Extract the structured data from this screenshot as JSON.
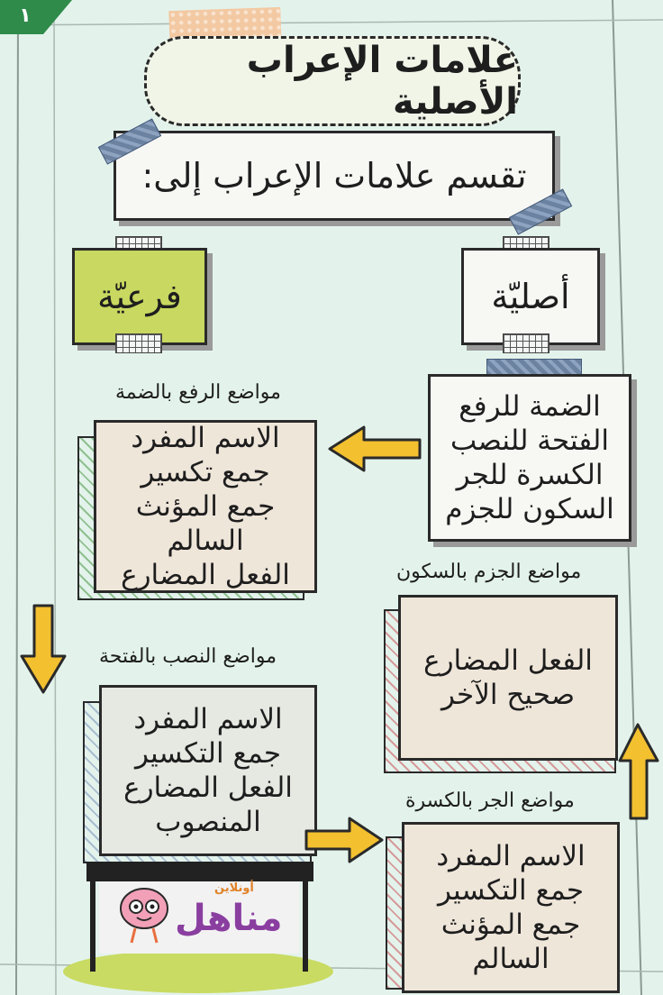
{
  "page_number": "١",
  "title": "علامات الإعراب الأصلية",
  "intro": "تقسم علامات الإعراب إلى:",
  "categories": {
    "original": "أصليّة",
    "secondary": "فرعيّة"
  },
  "original_signs": [
    "الضمة للرفع",
    "الفتحة للنصب",
    "الكسرة للجر",
    "السكون للجزم"
  ],
  "sections": {
    "raf": {
      "title": "مواضع الرفع بالضمة",
      "items": [
        "الاسم المفرد",
        "جمع تكسير",
        "جمع المؤنث",
        "السالم",
        "الفعل المضارع"
      ]
    },
    "jazm": {
      "title": "مواضع الجزم بالسكون",
      "items": [
        "الفعل المضارع",
        "صحيح الآخر"
      ]
    },
    "nasb": {
      "title": "مواضع النصب بالفتحة",
      "items": [
        "الاسم المفرد",
        "جمع التكسير",
        "الفعل المضارع",
        "المنصوب"
      ]
    },
    "jarr": {
      "title": "مواضع الجر بالكسرة",
      "items": [
        "الاسم المفرد",
        "جمع التكسير",
        "جمع المؤنث",
        "السالم"
      ]
    }
  },
  "logo": {
    "brand": "مناهل",
    "tagline": "أونلاين"
  },
  "colors": {
    "background": "#e3f3ec",
    "arrow": "#f3c030",
    "secondary_box": "#c8d860",
    "note_beige": "#efe6da",
    "page_badge": "#2f8b4a"
  }
}
